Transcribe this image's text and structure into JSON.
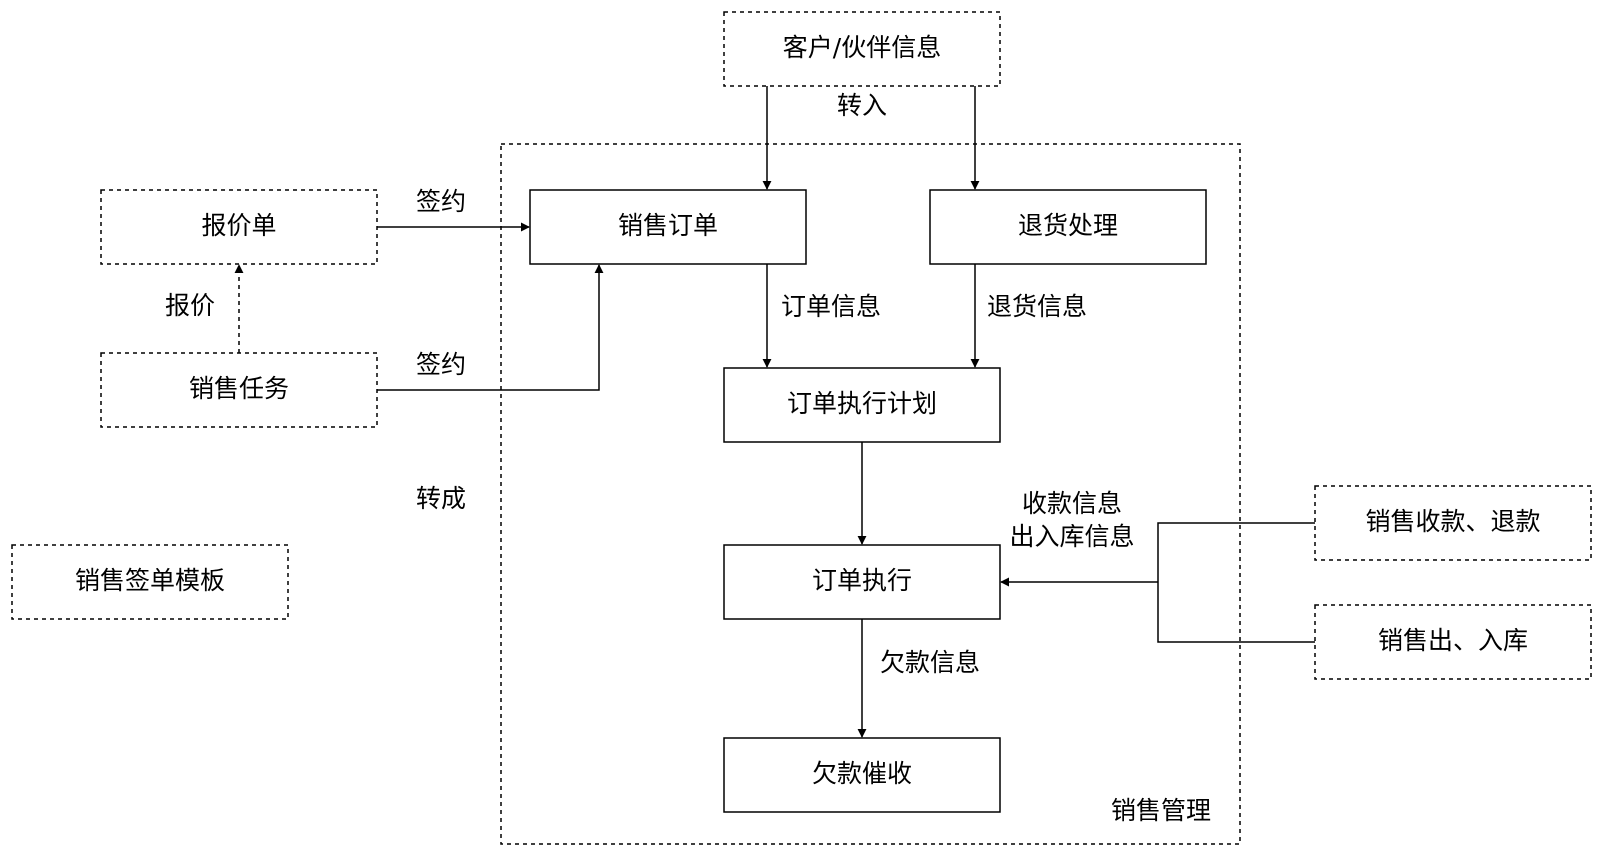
{
  "nodes": {
    "customer_info": "客户/伙伴信息",
    "quote": "报价单",
    "sales_task": "销售任务",
    "sales_template": "销售签单模板",
    "sales_order": "销售订单",
    "return_processing": "退货处理",
    "order_plan": "订单执行计划",
    "order_execution": "订单执行",
    "debt_collection": "欠款催收",
    "payment_refund": "销售收款、退款",
    "stock_in_out": "销售出、入库"
  },
  "group_label": "销售管理",
  "edge_labels": {
    "transfer_in": "转入",
    "sign_1": "签约",
    "sign_2": "签约",
    "quote_price": "报价",
    "convert": "转成",
    "order_info": "订单信息",
    "return_info": "退货信息",
    "payment_info": "收款信息",
    "stock_info": "出入库信息",
    "debt_info": "欠款信息"
  }
}
